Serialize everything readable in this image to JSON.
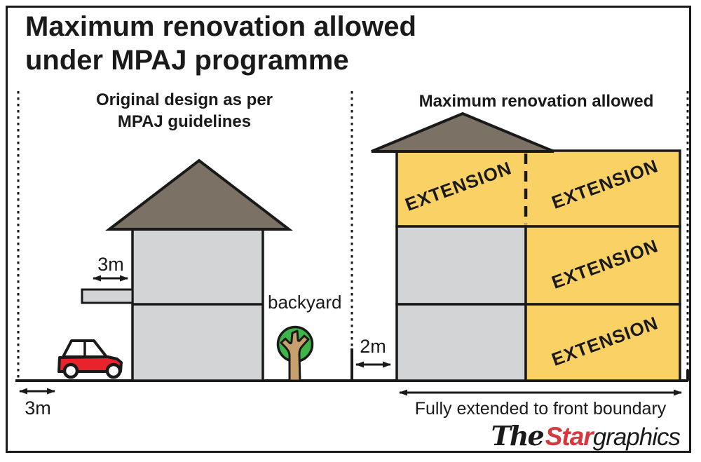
{
  "title": {
    "text": "Maximum renovation allowed\nunder MPAJ programme"
  },
  "left_panel": {
    "heading_line1": "Original design as per",
    "heading_line2": "MPAJ guidelines",
    "porch_depth_label": "3m",
    "front_setback_label": "3m",
    "backyard_label": "backyard"
  },
  "right_panel": {
    "heading": "Maximum renovation allowed",
    "front_gap_label": "2m",
    "extension_label": "EXTENSION",
    "boundary_label": "Fully extended to front boundary"
  },
  "branding": {
    "the": "The",
    "star": "Star",
    "graphics": "graphics"
  },
  "colors": {
    "extension_yellow": "#FAD164",
    "original_gray": "#D3D4D6",
    "roof_brown": "#7B7164",
    "car_red": "#E8232B",
    "car_window_white": "#FFFFFF",
    "tree_green": "#3EB549",
    "trunk_tan": "#C89F6F",
    "star_red": "#D6383E",
    "line_black": "#1A1A1A"
  }
}
